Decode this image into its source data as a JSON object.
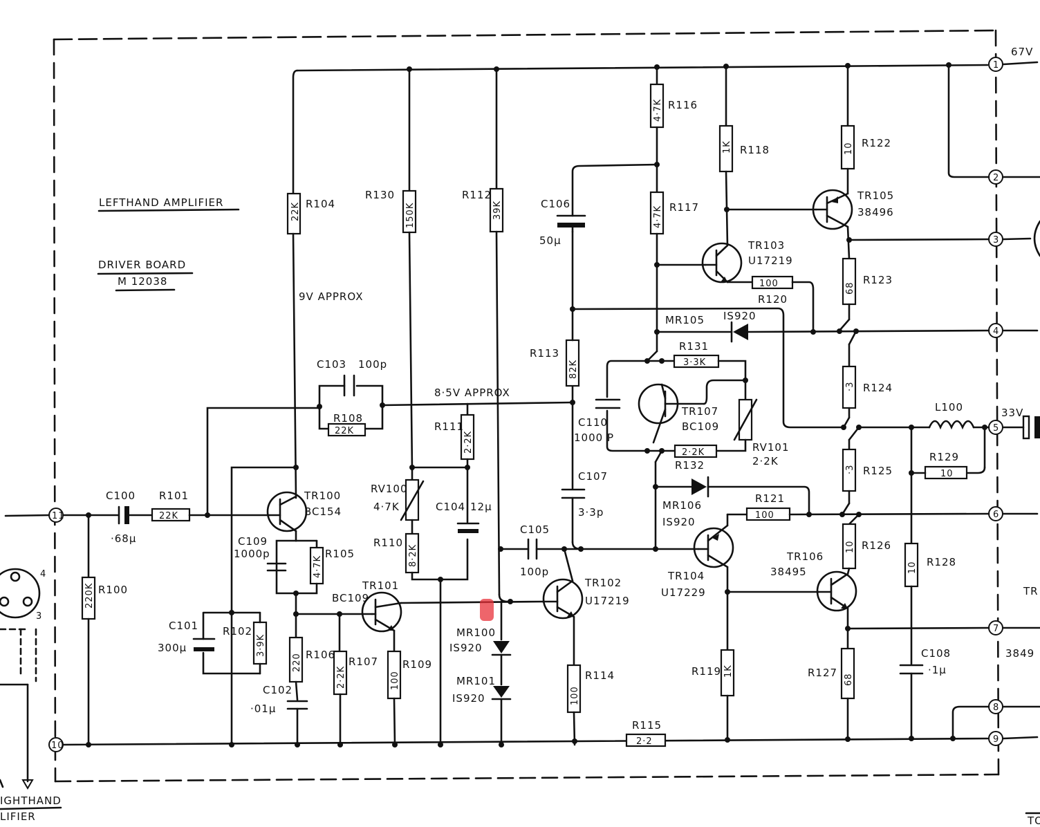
{
  "title": {
    "line1": "LEFTHAND AMPLIFIER",
    "line2": "DRIVER BOARD",
    "line3": "M 12038"
  },
  "notes": {
    "v9": "9V APPROX",
    "v85": "8·5V APPROX",
    "v67": "67V",
    "v33": "33V"
  },
  "terminals": [
    "1",
    "2",
    "3",
    "4",
    "5",
    "6",
    "7",
    "8",
    "9",
    "10",
    "11"
  ],
  "resistors": [
    {
      "ref": "R100",
      "value": "220K"
    },
    {
      "ref": "R101",
      "value": "22K"
    },
    {
      "ref": "R102",
      "value": "3·9K"
    },
    {
      "ref": "R104",
      "value": "22K"
    },
    {
      "ref": "R105",
      "value": "4·7K"
    },
    {
      "ref": "R106",
      "value": "220"
    },
    {
      "ref": "R107",
      "value": "2·2K"
    },
    {
      "ref": "R108",
      "value": "22K"
    },
    {
      "ref": "R109",
      "value": "100"
    },
    {
      "ref": "R110",
      "value": "8·2K"
    },
    {
      "ref": "R111",
      "value": "2·2K"
    },
    {
      "ref": "R112",
      "value": "39K"
    },
    {
      "ref": "R113",
      "value": "82K"
    },
    {
      "ref": "R114",
      "value": "100"
    },
    {
      "ref": "R115",
      "value": "2·2"
    },
    {
      "ref": "R116",
      "value": "4·7K"
    },
    {
      "ref": "R117",
      "value": "4·7K"
    },
    {
      "ref": "R118",
      "value": "1K"
    },
    {
      "ref": "R119",
      "value": "1K"
    },
    {
      "ref": "R120",
      "value": "100"
    },
    {
      "ref": "R121",
      "value": "100"
    },
    {
      "ref": "R122",
      "value": "10"
    },
    {
      "ref": "R123",
      "value": "68"
    },
    {
      "ref": "R124",
      "value": "·3"
    },
    {
      "ref": "R125",
      "value": "·3"
    },
    {
      "ref": "R126",
      "value": "10"
    },
    {
      "ref": "R127",
      "value": "68"
    },
    {
      "ref": "R128",
      "value": "10"
    },
    {
      "ref": "R129",
      "value": "10"
    },
    {
      "ref": "R130",
      "value": "150K"
    },
    {
      "ref": "R131",
      "value": "3·3K"
    },
    {
      "ref": "R132",
      "value": "2·2K"
    }
  ],
  "pots": [
    {
      "ref": "RV100",
      "value": "4·7K"
    },
    {
      "ref": "RV101",
      "value": "2·2K"
    }
  ],
  "capacitors": [
    {
      "ref": "C100",
      "value": "·68μ"
    },
    {
      "ref": "C101",
      "value": "300μ"
    },
    {
      "ref": "C102",
      "value": "·01μ"
    },
    {
      "ref": "C103",
      "value": "100p"
    },
    {
      "ref": "C104",
      "value": "12μ"
    },
    {
      "ref": "C105",
      "value": "100p"
    },
    {
      "ref": "C106",
      "value": "50μ"
    },
    {
      "ref": "C107",
      "value": "3·3p"
    },
    {
      "ref": "C108",
      "value": "·1μ"
    },
    {
      "ref": "C109",
      "value": "1000p"
    },
    {
      "ref": "C110",
      "value": "1000 P"
    }
  ],
  "transistors": [
    {
      "ref": "TR100",
      "type": "BC154"
    },
    {
      "ref": "TR101",
      "type": "BC109"
    },
    {
      "ref": "TR102",
      "type": "U17219"
    },
    {
      "ref": "TR103",
      "type": "U17219"
    },
    {
      "ref": "TR104",
      "type": "U17229"
    },
    {
      "ref": "TR105",
      "type": "38496"
    },
    {
      "ref": "TR106",
      "type": "38495"
    },
    {
      "ref": "TR107",
      "type": "BC109"
    }
  ],
  "diodes": [
    {
      "ref": "MR100",
      "type": "IS920"
    },
    {
      "ref": "MR101",
      "type": "IS920"
    },
    {
      "ref": "MR105",
      "type": "IS920"
    },
    {
      "ref": "MR106",
      "type": "IS920"
    }
  ],
  "inductor": {
    "ref": "L100"
  },
  "edge": {
    "left_bottom_1": "IGHTHAND",
    "left_bottom_2": "LIFIER",
    "right_tr": "TR",
    "right_part": "3849",
    "bottom_right": "TO"
  },
  "highlight_color": "#e8323a"
}
